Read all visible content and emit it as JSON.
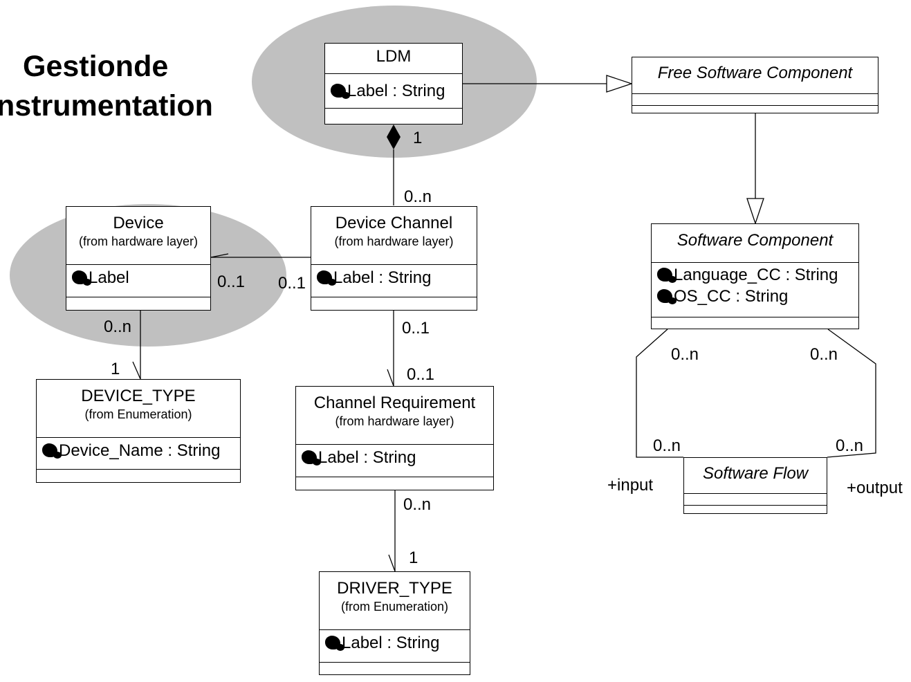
{
  "title": {
    "line1": "Gestionde",
    "line2": "nstrumentation"
  },
  "classes": {
    "ldm": {
      "name": "LDM",
      "attrs": [
        "Label : String"
      ]
    },
    "fsc": {
      "name": "Free Software Component"
    },
    "device": {
      "name": "Device",
      "from": "(from hardware layer)",
      "attrs": [
        "Label"
      ]
    },
    "device_channel": {
      "name": "Device Channel",
      "from": "(from hardware layer)",
      "attrs": [
        "Label : String"
      ]
    },
    "software_component": {
      "name": "Software Component",
      "attrs": [
        "Language_CC : String",
        "OS_CC : String"
      ]
    },
    "device_type": {
      "name": "DEVICE_TYPE",
      "from": "(from Enumeration)",
      "attrs": [
        "Device_Name : String"
      ]
    },
    "channel_requirement": {
      "name": "Channel Requirement",
      "from": "(from hardware layer)",
      "attrs": [
        "Label : String"
      ]
    },
    "software_flow": {
      "name": "Software Flow"
    },
    "driver_type": {
      "name": "DRIVER_TYPE",
      "from": "(from Enumeration)",
      "attrs": [
        "Label : String"
      ]
    }
  },
  "multiplicities": {
    "ldm_one": "1",
    "channel_many": "0..n",
    "device_side": "0..1",
    "channel_side": "0..1",
    "device_type_many": "0..n",
    "device_type_one": "1",
    "req_top": "0..1",
    "req_bottom": "0..1",
    "driver_many": "0..n",
    "driver_one": "1",
    "sc_left": "0..n",
    "sc_right": "0..n",
    "flow_left": "0..n",
    "flow_right": "0..n"
  },
  "roles": {
    "input": "+input",
    "output": "+output"
  },
  "colors": {
    "highlight": "#c0c0c0",
    "line": "#000000"
  }
}
